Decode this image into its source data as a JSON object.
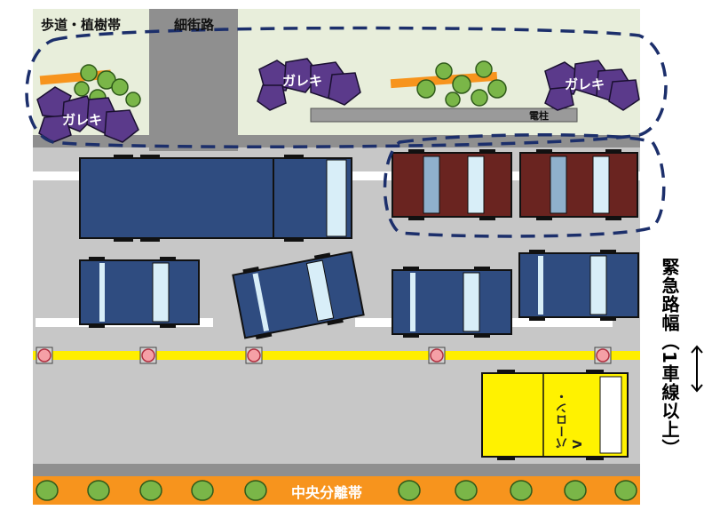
{
  "labels": {
    "sidewalk": "歩道・植樹帯",
    "narrow_street": "細街路",
    "rubble_left": "ガレキ",
    "rubble_mid": "ガレキ",
    "rubble_right": "ガレキ",
    "pole": "電柱",
    "median": "中央分離帯",
    "bus": "バーロン・V",
    "emergency_width": "緊急路幅（1車線以上）"
  },
  "colors": {
    "sidewalk": "#e8eedb",
    "road": "#c7c7c7",
    "street": "#8f8f8f",
    "car_blue": "#2f4c80",
    "car_dark_red": "#6a2420",
    "bus_yellow": "#fff200",
    "median_orange": "#f7941d",
    "tree_green": "#7ab648",
    "lane_yellow": "#ffee00",
    "dash_navy": "#1c2f6b",
    "rubble_purple": "#5b3a8b"
  }
}
